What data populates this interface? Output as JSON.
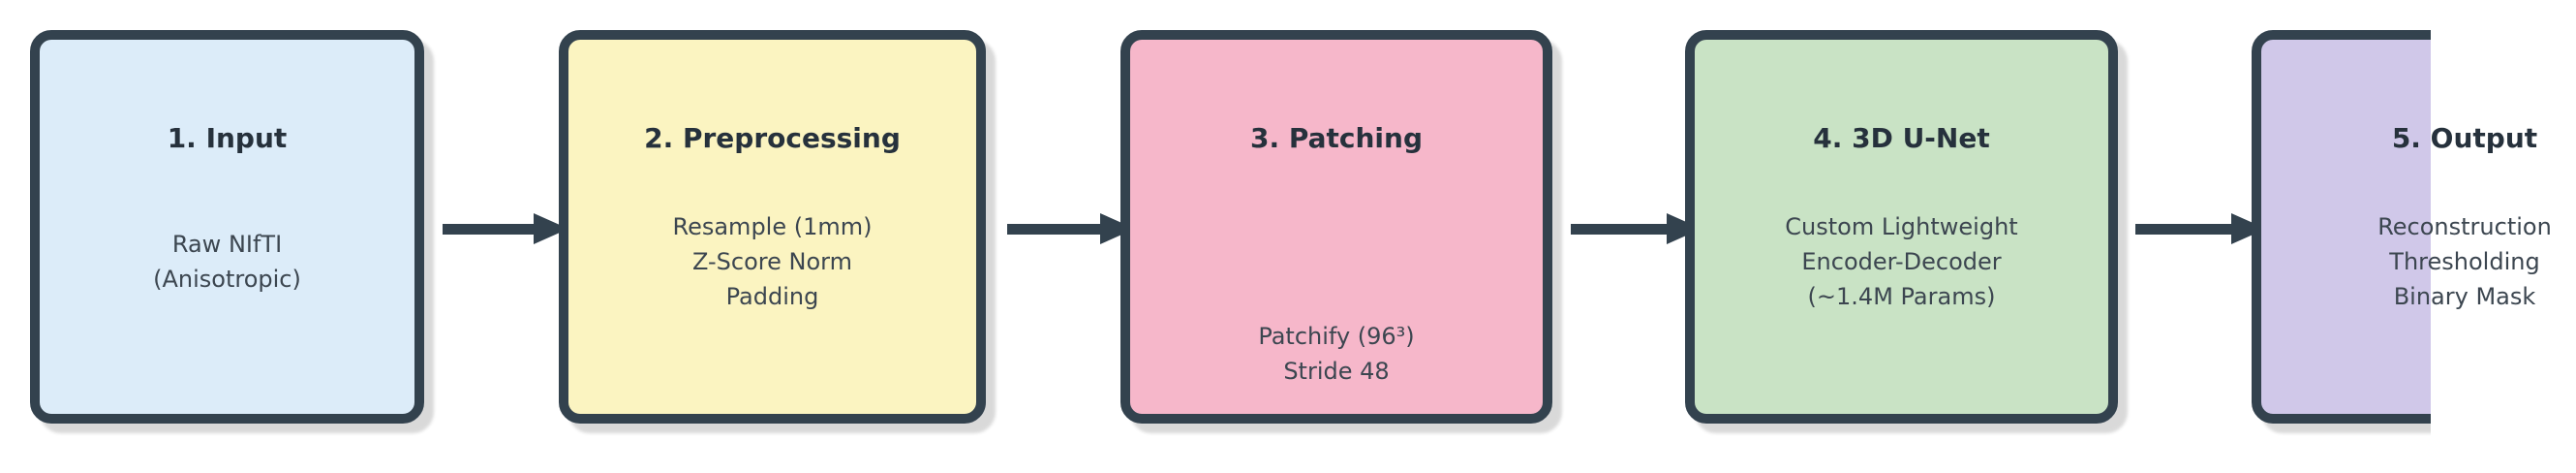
{
  "diagram": {
    "background": "#ffffff",
    "border_color": "#33424e",
    "arrow_color": "#33424e",
    "title_color": "#26313c",
    "body_color": "#3c4650",
    "nodes": [
      {
        "title": "1. Input",
        "fill": "#dcecf9",
        "body": [
          "Raw NIfTI",
          "(Anisotropic)"
        ]
      },
      {
        "title": "2. Preprocessing",
        "fill": "#fbf4c1",
        "body": [
          "Resample (1mm)",
          "Z-Score Norm",
          "Padding"
        ]
      },
      {
        "title": "3. Patching",
        "fill": "#f6b7ca",
        "body": [
          "Patchify (96³)",
          "Stride 48"
        ]
      },
      {
        "title": "4. 3D U-Net",
        "fill": "#c9e3c5",
        "body": [
          "Custom Lightweight",
          "Encoder-Decoder",
          "(~1.4M Params)"
        ]
      },
      {
        "title": "5. Output",
        "fill": "#d0c8e9",
        "body": [
          "Reconstruction",
          "Thresholding",
          "Binary Mask"
        ]
      }
    ]
  }
}
